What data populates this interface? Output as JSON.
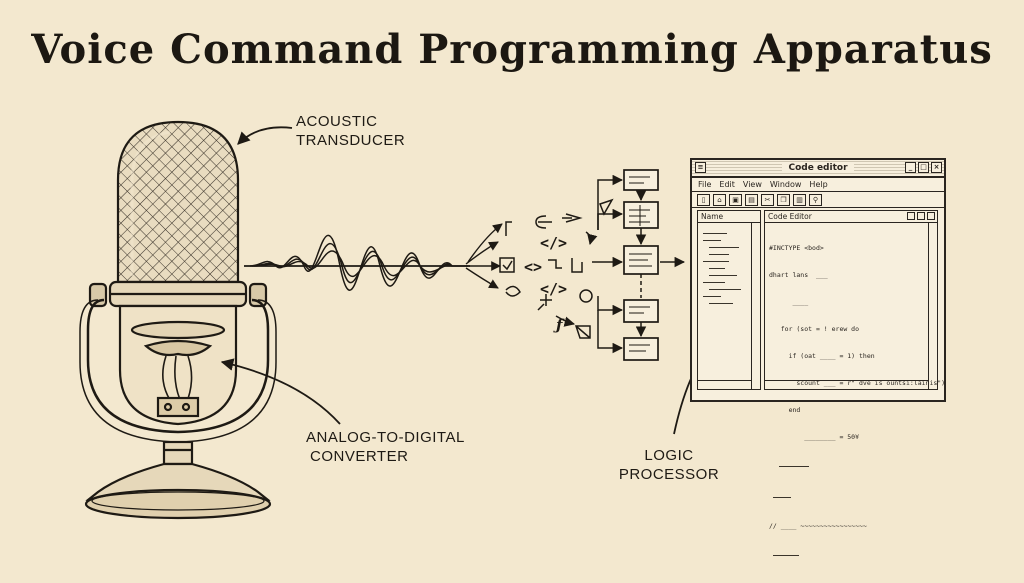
{
  "title": "Voice Command Programming Apparatus",
  "labels": {
    "acoustic": [
      "ACOUSTIC",
      "TRANSDUCER"
    ],
    "adc": [
      "ANALOG-TO-DIGITAL",
      "CONVERTER"
    ],
    "logic": [
      "LOGIC",
      "PROCESSOR"
    ]
  },
  "window": {
    "title": "Code editor",
    "menu": [
      "File",
      "Edit",
      "View",
      "Window",
      "Help"
    ],
    "left_pane_title": "Name",
    "right_pane_title": "Code Editor",
    "code_lines": [
      "#INCTYPE <bod>",
      "dhart lans  ___",
      "      ____",
      "   for (sot = ! erew do",
      "     if (oat ____ = 1) then",
      "       scount ___ = r\" dve is ountsi:lainis\")",
      "     end",
      "         ________ = 50¥"
    ],
    "comment_line": "// ____ ~~~~~~~~~~~~~~~~~"
  },
  "symbols": [
    "</>",
    "<>",
    "</>",
    "ƒ"
  ],
  "colors": {
    "paper": "#f3e8cf",
    "ink": "#1e1a14"
  }
}
